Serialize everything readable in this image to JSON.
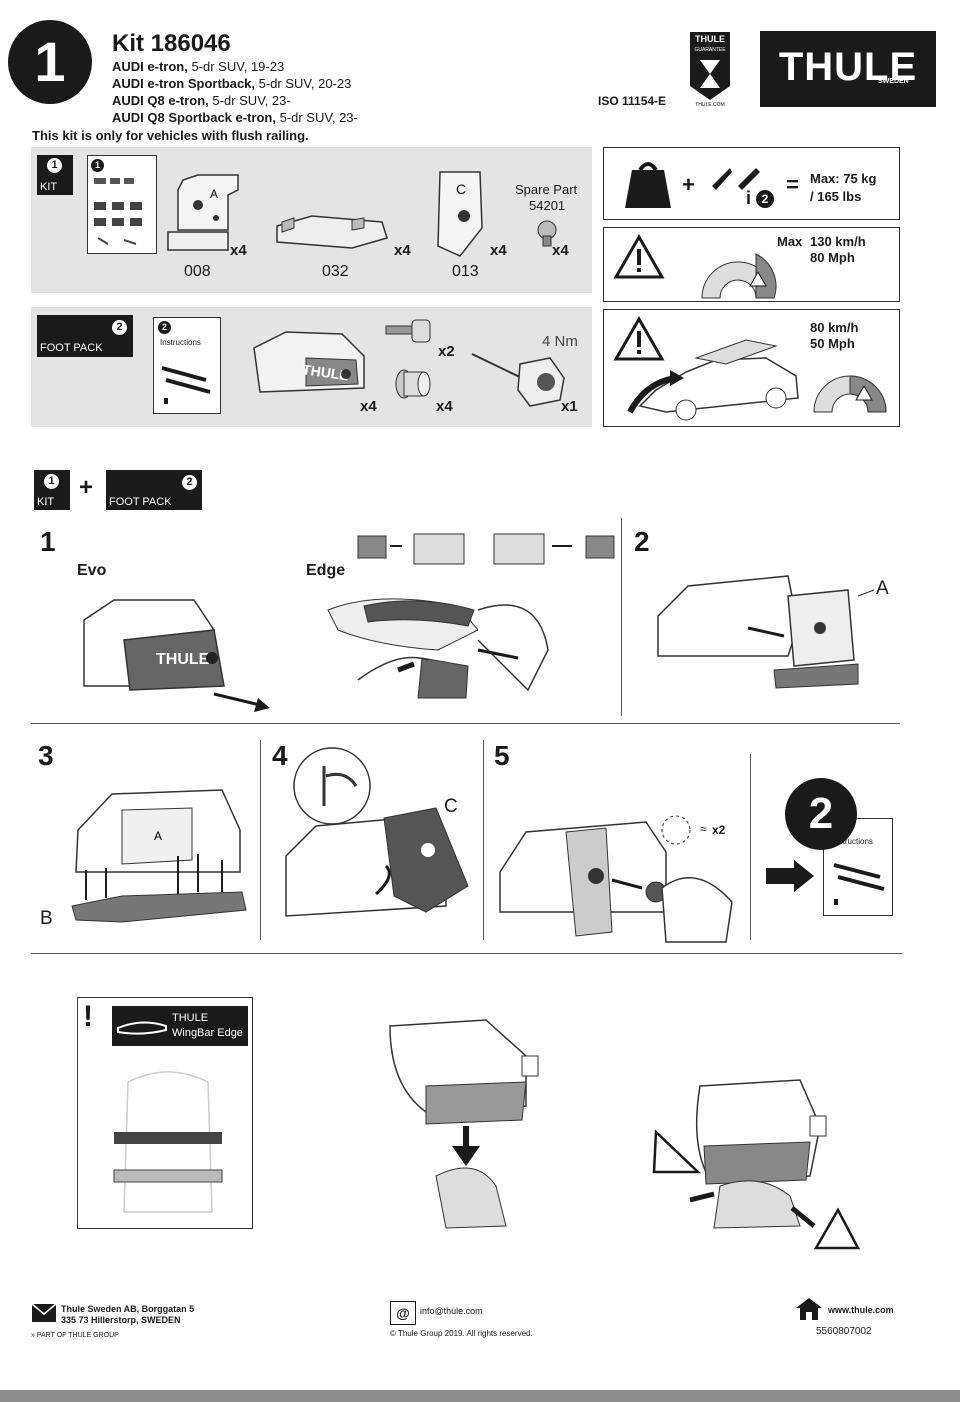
{
  "header": {
    "step_badge": "1",
    "kit_title": "Kit 186046",
    "vehicles": [
      {
        "model": "AUDI e-tron,",
        "detail": " 5-dr SUV, 19-23"
      },
      {
        "model": "AUDI e-tron Sportback,",
        "detail": " 5-dr SUV, 20-23"
      },
      {
        "model": "AUDI Q8 e-tron,",
        "detail": " 5-dr SUV, 23-"
      },
      {
        "model": "AUDI Q8 Sportback e-tron,",
        "detail": " 5-dr SUV, 23-"
      }
    ],
    "note": "This kit is only for vehicles with flush railing.",
    "iso": "ISO 11154-E",
    "guarantee_brand": "THULE",
    "guarantee_label": "GUARANTEE",
    "guarantee_url": "THULE.COM",
    "logo_text": "THULE",
    "logo_sub": "SWEDEN"
  },
  "kit_panel": {
    "tag_num": "1",
    "tag_label": "KIT",
    "booklet_num": "1",
    "parts": [
      {
        "code": "008",
        "qty": "x4"
      },
      {
        "code": "032",
        "qty": "x4"
      },
      {
        "code": "013",
        "qty": "x4"
      }
    ],
    "spare_label": "Spare Part",
    "spare_code": "54201",
    "spare_qty": "x4"
  },
  "foot_panel": {
    "tag_num": "2",
    "tag_label": "FOOT PACK",
    "booklet_num": "2",
    "booklet_text": "Instructions",
    "foot_qty": "x4",
    "key_qty": "x2",
    "lock_qty": "x4",
    "tool_qty": "x1",
    "torque": "4 Nm"
  },
  "load_box": {
    "equals": "=",
    "plus": "+",
    "max_kg": "Max: 75 kg",
    "max_lbs": "/ 165 lbs",
    "info_num": "2"
  },
  "speed_box": {
    "max_label": "Max",
    "kmh": "130 km/h",
    "mph": "80 Mph"
  },
  "carwash_box": {
    "kmh": "80 km/h",
    "mph": "50 Mph"
  },
  "combo": {
    "kit_num": "1",
    "kit_label": "KIT",
    "plus": "+",
    "foot_num": "2",
    "foot_label": "FOOT PACK"
  },
  "steps": {
    "s1": "1",
    "evo": "Evo",
    "edge": "Edge",
    "s2": "2",
    "label_a": "A",
    "s3": "3",
    "label_b": "B",
    "s4": "4",
    "label_c": "C",
    "s5": "5",
    "x2": "x2",
    "next_num": "2",
    "next_text": "Instructions"
  },
  "wingbar": {
    "warn": "!",
    "brand": "THULE",
    "product": "WingBar Edge"
  },
  "footer": {
    "address1": "Thule Sweden AB, Borggatan 5",
    "address2": "335 73 Hillerstorp, SWEDEN",
    "group": "PART OF THULE GROUP",
    "email": "info@thule.com",
    "copyright": "© Thule Group 2019. All rights reserved.",
    "web": "www.thule.com",
    "docnum": "5560807002"
  }
}
